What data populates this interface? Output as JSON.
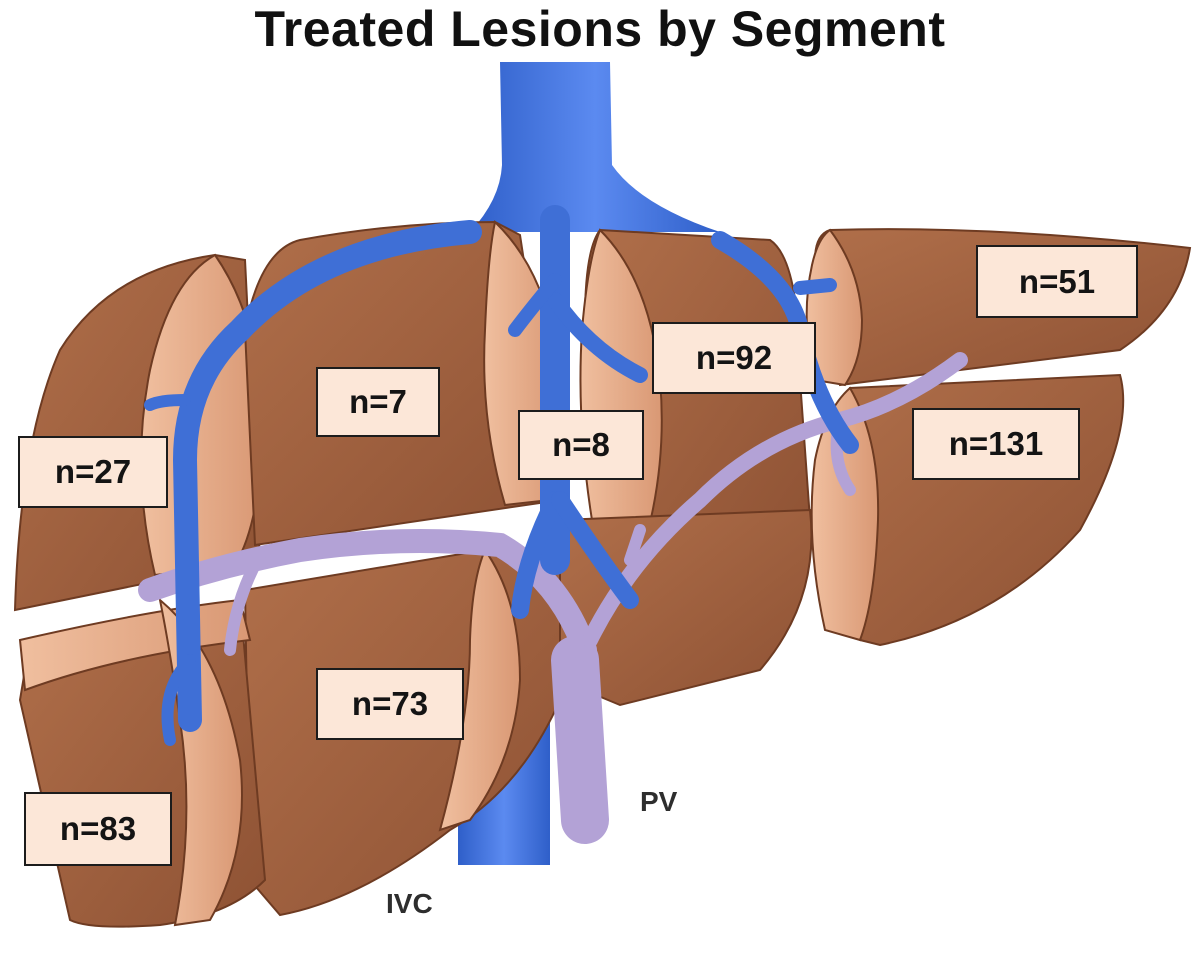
{
  "title": "Treated Lesions by Segment",
  "segments": [
    {
      "count_label": "n=27"
    },
    {
      "count_label": "n=7"
    },
    {
      "count_label": "n=8"
    },
    {
      "count_label": "n=92"
    },
    {
      "count_label": "n=51"
    },
    {
      "count_label": "n=131"
    },
    {
      "count_label": "n=73"
    },
    {
      "count_label": "n=83"
    }
  ],
  "vessels": {
    "ivc_label": "IVC",
    "pv_label": "PV"
  },
  "colors": {
    "segment_surface": "#a0603f",
    "segment_cut_face": "#e6ad8b",
    "hepatic_vein": "#3f6fd6",
    "portal_vein": "#b3a2d6",
    "label_box": "#fce7d8"
  }
}
